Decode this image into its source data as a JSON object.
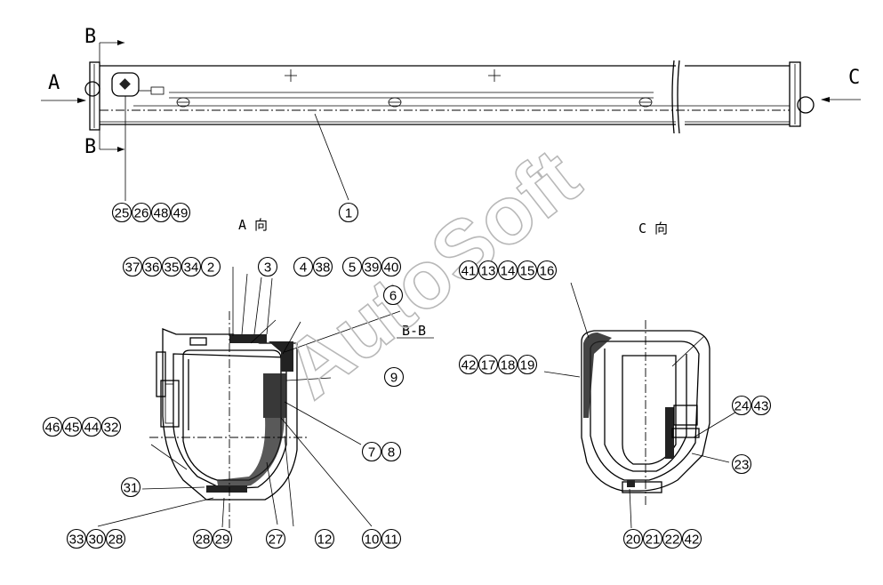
{
  "views": {
    "a_arrow": "A",
    "c_arrow": "C",
    "b_section_top": "B",
    "b_section_bottom": "B",
    "view_a_title": "A 向",
    "view_c_title": "C 向",
    "section_title": "B-B"
  },
  "watermark": "AutoSoft",
  "callouts": {
    "main": [
      [
        "25",
        "26",
        "48",
        "49"
      ],
      [
        "1"
      ]
    ],
    "a_view": [
      [
        "37",
        "36",
        "35",
        "34",
        "2"
      ],
      [
        "3"
      ],
      [
        "4",
        "38"
      ],
      [
        "5",
        "39",
        "40"
      ],
      [
        "6"
      ],
      [
        "9"
      ],
      [
        "7",
        "8"
      ],
      [
        "46",
        "45",
        "44",
        "32"
      ],
      [
        "31"
      ],
      [
        "33",
        "30",
        "28"
      ],
      [
        "28",
        "29"
      ],
      [
        "27"
      ],
      [
        "12"
      ],
      [
        "10",
        "11"
      ]
    ],
    "c_view": [
      [
        "41",
        "13",
        "14",
        "15",
        "16"
      ],
      [
        "42",
        "17",
        "18",
        "19"
      ],
      [
        "24",
        "43"
      ],
      [
        "23"
      ],
      [
        "20",
        "21",
        "22",
        "42"
      ]
    ]
  }
}
